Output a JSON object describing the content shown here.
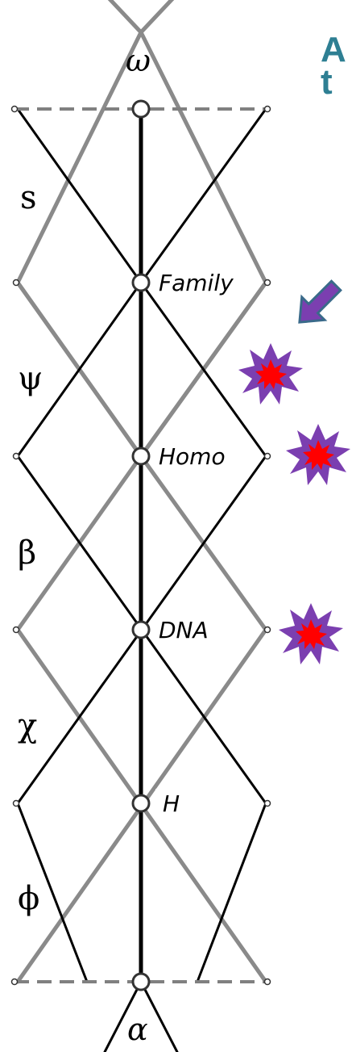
{
  "colors": {
    "black_line": "#000000",
    "gray_line": "#8a8a8a",
    "node_fill": "#ffffff",
    "node_stroke": "#333333",
    "header_text": "#2e7f93",
    "arrow_fill": "#7b3fb0",
    "arrow_stroke": "#3a6a8a",
    "burst_outer": "#7b3fb0",
    "burst_inner": "#ff0000"
  },
  "header_fragment": {
    "line1": "A",
    "line2": "t"
  },
  "left_labels": {
    "omega_top": "ω",
    "s": "s",
    "psi": "ψ",
    "beta": "β",
    "chi": "χ",
    "phi": "ϕ",
    "alpha_bottom": "α"
  },
  "nodes": {
    "family": "Family",
    "homo": "Homo",
    "dna": "DNA",
    "h": "H"
  },
  "markers": {
    "arrow": "purple-arrow-icon",
    "burst": "starburst-icon"
  }
}
